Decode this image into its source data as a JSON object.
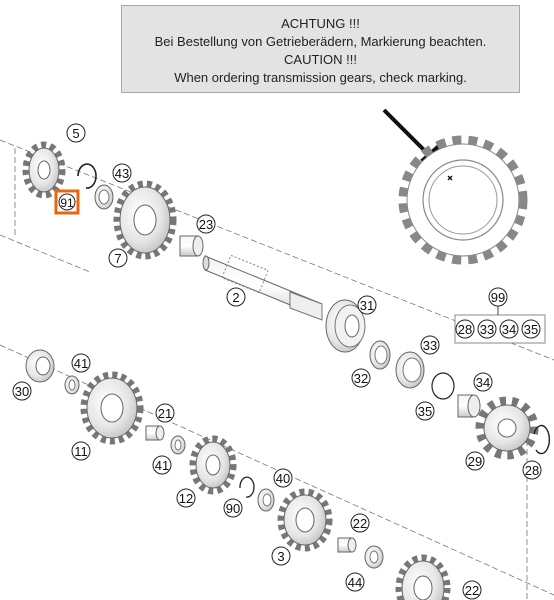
{
  "notice": {
    "line1": "ACHTUNG !!!",
    "line2": "Bei Bestellung von Getrieberädern, Markierung beachten.",
    "line3": "CAUTION !!!",
    "line4": "When ordering transmission gears, check marking."
  },
  "callouts": {
    "c5": "5",
    "c91": "91",
    "c43": "43",
    "c7": "7",
    "c23": "23",
    "c2": "2",
    "c31": "31",
    "c99": "99",
    "c28a": "28",
    "c33a": "33",
    "c34a": "34",
    "c35a": "35",
    "c33b": "33",
    "c32": "32",
    "c34b": "34",
    "c35b": "35",
    "c29": "29",
    "c28b": "28",
    "c30": "30",
    "c41a": "41",
    "c11": "11",
    "c21": "21",
    "c41b": "41",
    "c12": "12",
    "c90": "90",
    "c40": "40",
    "c3": "3",
    "c22a": "22",
    "c44": "44",
    "c22b": "22"
  },
  "highlight": {
    "color": "#e8660f",
    "callout": "91"
  }
}
